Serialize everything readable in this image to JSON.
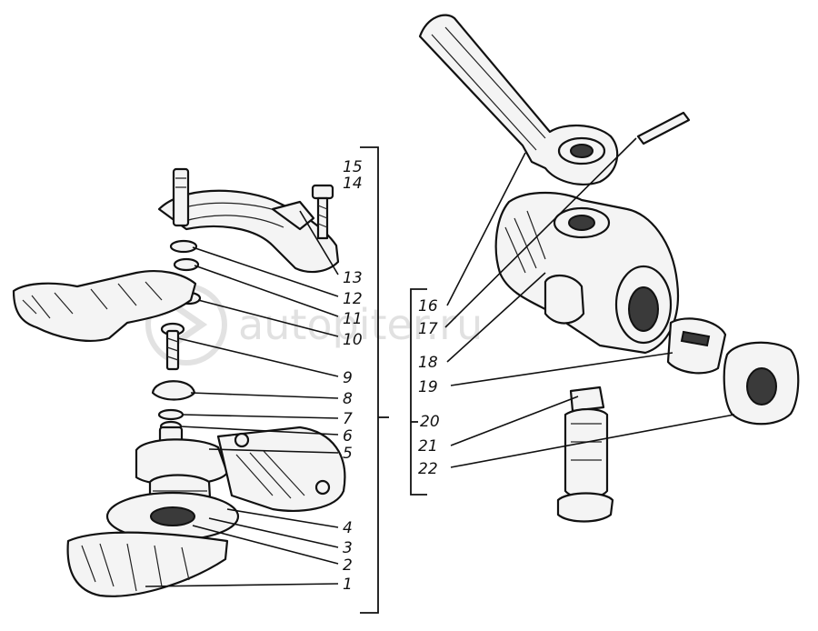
{
  "watermark": {
    "text": "autopiter.ru"
  },
  "left_group": {
    "callouts": [
      "15",
      "14",
      "13",
      "12",
      "11",
      "10",
      "9",
      "8",
      "7",
      "6",
      "5",
      "4",
      "3",
      "2",
      "1"
    ]
  },
  "right_group": {
    "callouts": [
      "16",
      "17",
      "18",
      "19",
      "20",
      "21",
      "22"
    ]
  }
}
